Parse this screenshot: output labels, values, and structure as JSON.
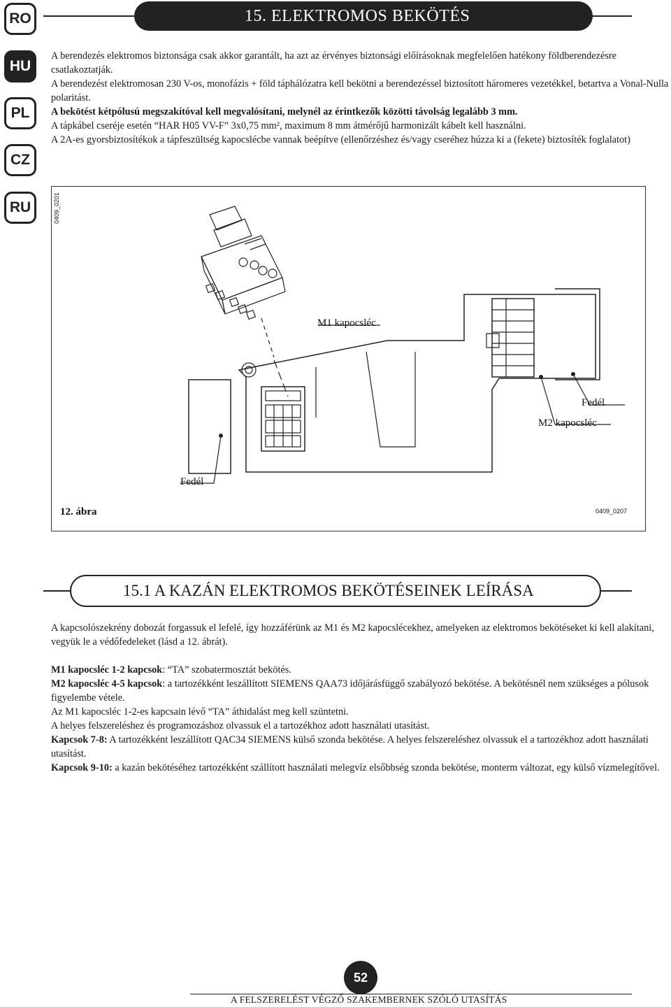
{
  "languages": [
    "RO",
    "HU",
    "PL",
    "CZ",
    "RU"
  ],
  "active_language": "HU",
  "header": {
    "title": "15. ELEKTROMOS BEKÖTÉS"
  },
  "intro": {
    "p1": "A berendezés elektromos biztonsága csak akkor garantált, ha azt az érvényes biztonsági előírásoknak megfelelően hatékony földberendezésre csatlakoztatják.",
    "p2": "A berendezést elektromosan 230 V-os, monofázis + föld táphálózatra kell bekötni a berendezéssel biztosított háromeres vezetékkel, betartva a Vonal-Nulla polaritást.",
    "p3": "A bekötést kétpólusú megszakítóval kell megvalósítani, melynél az érintkezők közötti távolság legalább 3 mm.",
    "p4": "A tápkábel cseréje esetén “HAR H05 VV-F” 3x0,75 mm², maximum 8 mm átmérőjű harmonizált kábelt kell használni.",
    "p5": "A 2A-es gyorsbiztosítékok a tápfeszültség kapocslécbe vannak beépítve (ellenőrzéshez és/vagy cseréhez húzza ki a (fekete) biztosíték foglalatot)"
  },
  "figure": {
    "code_left": "0409_0201",
    "code_right": "0409_0207",
    "caption": "12. ábra",
    "label_m1": "M1 kapocsléc",
    "label_m2": "M2 kapocsléc",
    "label_cover_right": "Fedél",
    "label_cover_left": "Fedél"
  },
  "section": {
    "title": "15.1 A KAZÁN ELEKTROMOS BEKÖTÉSEINEK LEÍRÁSA",
    "p1": "A kapcsolószekrény dobozát forgassuk el lefelé, így hozzáférünk az M1 és M2 kapocslécekhez, amelyeken az elektromos bekötéseket ki kell alakítani, vegyük le a védőfedeleket (lásd a 12. ábrát).",
    "m1_label": "M1 kapocsléc 1-2 kapcsok",
    "m1_text": ": “TA” szobatermosztát bekötés.",
    "m2_label": "M2 kapocsléc 4-5 kapcsok",
    "m2_text": ": a tartozékként leszállított SIEMENS QAA73 időjárásfüggő szabályozó bekötése. A bekötésnél nem szükséges a pólusok figyelembe vétele.",
    "p_ta": "Az M1 kapocsléc 1-2-es kapcsain lévő “TA” áthidalást meg kell szüntetni.",
    "p_install": "A helyes felszereléshez és programozáshoz olvassuk el a tartozékhoz adott használati utasítást.",
    "k78_label": "Kapcsok 7-8:",
    "k78_text": " A tartozékként leszállított QAC34 SIEMENS külső szonda bekötése. A helyes felszereléshez olvassuk el a tartozékhoz adott használati utasítást.",
    "k910_label": "Kapcsok 9-10:",
    "k910_text": " a kazán bekötéséhez tartozékként szállított használati melegvíz elsőbbség szonda bekötése, monterm változat, egy külső vízmelegítővel."
  },
  "footer": {
    "page_number": "52",
    "text": "A FELSZERELÉST VÉGZŐ SZAKEMBERNEK SZÓLÓ UTASÍTÁS"
  }
}
